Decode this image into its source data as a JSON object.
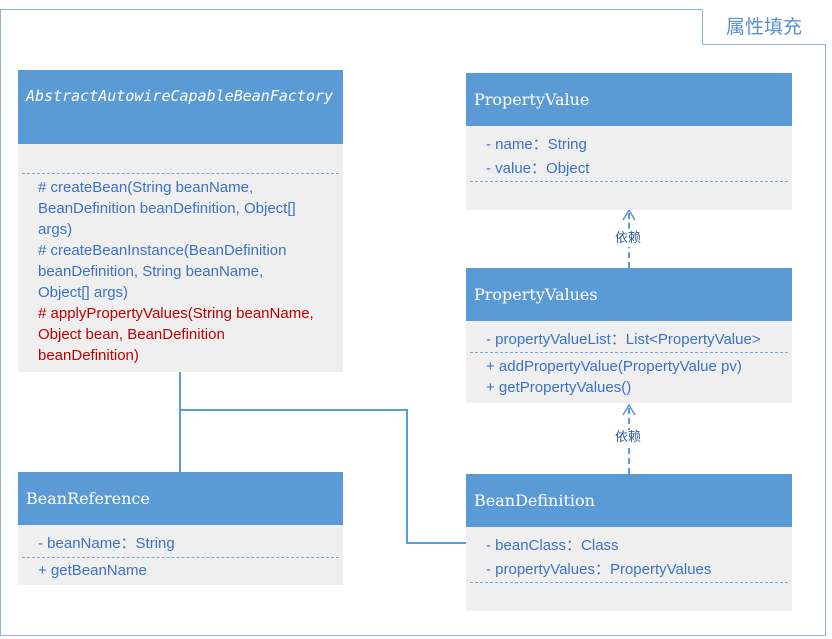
{
  "diagram_title": "属性填充",
  "dependency_label": "依赖",
  "classes": {
    "factory": {
      "name": "AbstractAutowireCapableBeanFactory",
      "methods": [
        "# createBean(String beanName,",
        "BeanDefinition beanDefinition, Object[]",
        "args)",
        "# createBeanInstance(BeanDefinition",
        "beanDefinition, String beanName,",
        "Object[] args)"
      ],
      "highlighted_methods": [
        "# applyPropertyValues(String beanName,",
        "Object bean, BeanDefinition",
        "beanDefinition)"
      ],
      "highlight_color": "#c00000"
    },
    "property_value": {
      "name": "PropertyValue",
      "attributes": [
        "- name：String",
        "- value：Object"
      ]
    },
    "property_values": {
      "name": "PropertyValues",
      "attributes": [
        "- propertyValueList：List<PropertyValue>"
      ],
      "methods": [
        "+ addPropertyValue(PropertyValue pv)",
        "+ getPropertyValues()"
      ]
    },
    "bean_reference": {
      "name": "BeanReference",
      "attributes": [
        "- beanName：String"
      ],
      "methods": [
        "+ getBeanName"
      ]
    },
    "bean_definition": {
      "name": "BeanDefinition",
      "attributes": [
        "- beanClass：Class",
        "- propertyValues：PropertyValues"
      ]
    }
  },
  "colors": {
    "header": "#5b9bd5",
    "body": "#efefef",
    "text": "#3b72c5",
    "frame": "#8fb2da"
  }
}
